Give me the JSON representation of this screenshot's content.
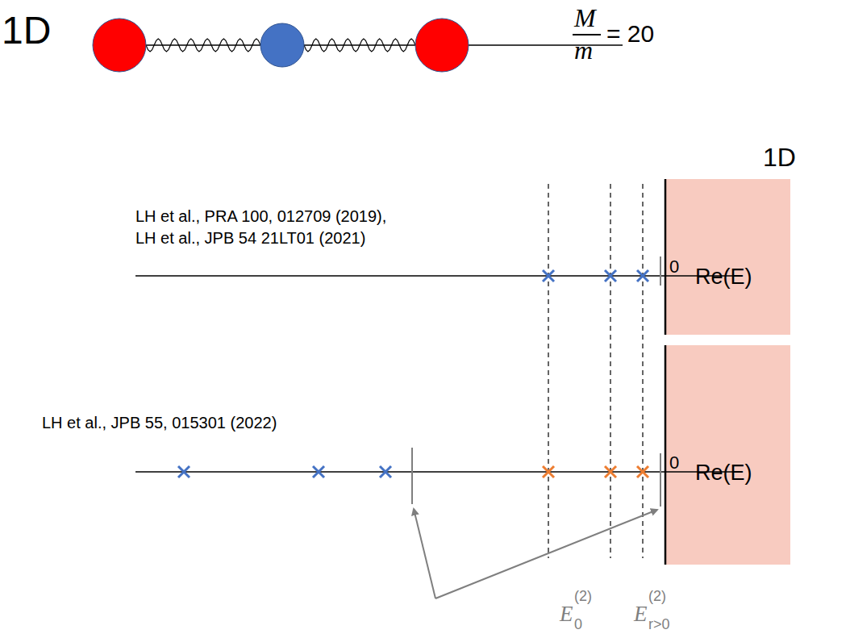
{
  "diagram": {
    "labels": [
      "1D",
      "M",
      "m",
      "= 20",
      "1D",
      "LH et al., PRA 100, 012709 (2019),",
      "LH et al., JPB 54 21LT01 (2021)",
      "0",
      "Re(E)",
      "LH et al., JPB 55, 015301 (2022)",
      "0",
      "Re(E)",
      "E",
      "0",
      "(2)",
      "E",
      "r>0",
      "(2)"
    ]
  }
}
